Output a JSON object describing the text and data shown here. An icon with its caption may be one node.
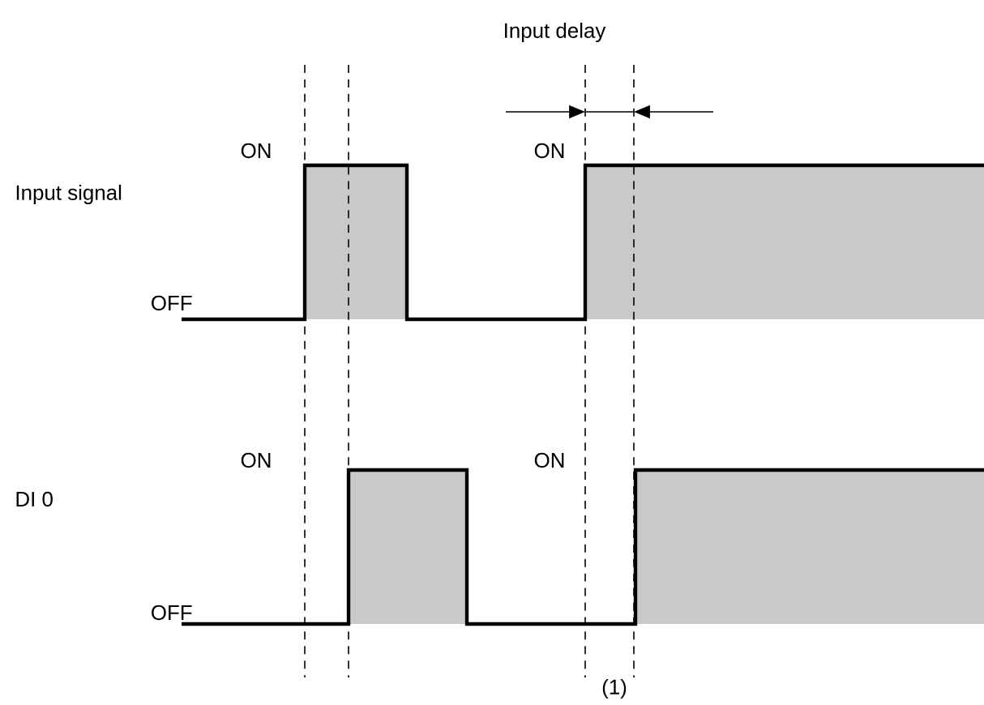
{
  "diagram": {
    "labels": [
      "Input delay",
      "ON",
      "ON",
      "Input signal",
      "OFF",
      "ON",
      "ON",
      "DI 0",
      "OFF",
      "(1)"
    ]
  }
}
